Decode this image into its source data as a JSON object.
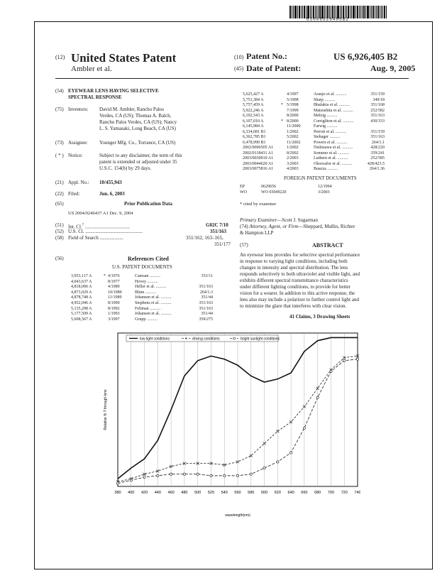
{
  "barcode_text": "US006926405B2",
  "header": {
    "left_num": "(12)",
    "title": "United States Patent",
    "authors": "Ambler et al.",
    "patent_no_num": "(10)",
    "patent_no_label": "Patent No.:",
    "patent_no": "US 6,926,405 B2",
    "date_num": "(45)",
    "date_label": "Date of Patent:",
    "date": "Aug. 9, 2005"
  },
  "left": {
    "title_num": "(54)",
    "title_l1": "EYEWEAR LENS HAVING SELECTIVE",
    "title_l2": "SPECTRAL RESPONSE",
    "inv_num": "(75)",
    "inv_label": "Inventors:",
    "inv_l1": "David M. Ambler, Rancho Palos",
    "inv_l2": "Verdes, CA (US); Thomas A. Balch,",
    "inv_l3": "Rancho Palos Verdes, CA (US); Nancy",
    "inv_l4": "L. S. Yamasaki, Long Beach, CA (US)",
    "asg_num": "(73)",
    "asg_label": "Assignee:",
    "asg_val": "Younger Mfg. Co., Torrance, CA (US)",
    "notice_num": "( * )",
    "notice_label": "Notice:",
    "notice_l1": "Subject to any disclaimer, the term of this",
    "notice_l2": "patent is extended or adjusted under 35",
    "notice_l3": "U.S.C. 154(b) by 29 days.",
    "appl_num": "(21)",
    "appl_label": "Appl. No.:",
    "appl_val": "10/455,943",
    "filed_num": "(22)",
    "filed_label": "Filed:",
    "filed_val": "Jun. 6, 2003",
    "prior_num": "(65)",
    "prior_head": "Prior Publication Data",
    "prior_val": "US 2004/0246437 A1 Dec. 9, 2004",
    "intcl_num": "(51)",
    "intcl_label": "Int. Cl.",
    "intcl_sup": "7",
    "intcl_val": "G02C 7/10",
    "uscl_num": "(52)",
    "uscl_label": "U.S. Cl.",
    "uscl_val": "351/163",
    "fos_num": "(58)",
    "fos_label": "Field of Search",
    "fos_val": "351/162, 163–165,",
    "fos_val2": "351/177",
    "refs_num": "(56)",
    "refs_head": "References Cited",
    "us_docs_head": "U.S. PATENT DOCUMENTS"
  },
  "us_refs_left": [
    [
      "3,953,117 A",
      "*",
      "4/1976",
      "Camsan",
      "353/11"
    ],
    [
      "4,043,637 A",
      "",
      "8/1977",
      "Hovey",
      ""
    ],
    [
      "4,818,096 A",
      "",
      "4/1989",
      "Heller et al.",
      "351/163"
    ],
    [
      "4,873,029 A",
      "",
      "10/1989",
      "Blum",
      "264/1.3"
    ],
    [
      "4,878,748 A",
      "",
      "11/1989",
      "Johansen et al.",
      "351/44"
    ],
    [
      "4,952,046 A",
      "",
      "8/1990",
      "Stephens et al.",
      "351/163"
    ],
    [
      "5,135,298 A",
      "",
      "8/1992",
      "Feltman",
      "351/163"
    ],
    [
      "5,177,509 A",
      "",
      "1/1993",
      "Johansen et al.",
      "351/44"
    ],
    [
      "5,608,567 A",
      "",
      "3/1997",
      "Grupp",
      "359/275"
    ]
  ],
  "us_refs_right": [
    [
      "5,625,427 A",
      "",
      "4/1997",
      "Araujo et al.",
      "351/159"
    ],
    [
      "5,751,384 A",
      "",
      "5/1998",
      "Sharp",
      "349/18"
    ],
    [
      "5,757,459 A",
      "*",
      "5/1998",
      "Bhalakia et al.",
      "351/168"
    ],
    [
      "5,922,246 A",
      "",
      "7/1999",
      "Matsushita et al.",
      "252/582"
    ],
    [
      "6,102,543 A",
      "",
      "8/2000",
      "Melzig",
      "351/163"
    ],
    [
      "6,107,010 A",
      "*",
      "8/2000",
      "Corrigliton et al.",
      "430/333"
    ],
    [
      "6,145,984 A",
      "",
      "11/2000",
      "Farwig",
      ""
    ],
    [
      "6,334,681 B1",
      "",
      "1/2002",
      "Perrott et al.",
      "351/159"
    ],
    [
      "6,362,785 B1",
      "",
      "5/2002",
      "Stehager",
      "351/163"
    ],
    [
      "6,478,990 B1",
      "",
      "11/2002",
      "Powers et al.",
      "264/1.1"
    ],
    [
      "2002/0006505 A1",
      "",
      "1/2002",
      "Nishizawa et al.",
      "428/220"
    ],
    [
      "2002/0118431 A1",
      "",
      "8/2002",
      "Sommer et al.",
      "359/241"
    ],
    [
      "2003/0030010 A1",
      "",
      "2/2003",
      "Luthern et al.",
      "252/585"
    ],
    [
      "2003/0044620 A1",
      "",
      "3/2003",
      "Okoroafor et al.",
      "428/423.5"
    ],
    [
      "2003/0075816 A1",
      "",
      "4/2003",
      "Buazza",
      "264/1.36"
    ]
  ],
  "foreign": {
    "head": "FOREIGN PATENT DOCUMENTS",
    "rows": [
      [
        "EP",
        "0629656",
        "12/1994"
      ],
      [
        "WO",
        "WO 03049220",
        "3/2003"
      ]
    ],
    "cited": "* cited by examiner"
  },
  "examiner": {
    "primary_label": "Primary Examiner",
    "primary": "—Scott J. Sugarman",
    "attorney_num": "(74)",
    "attorney_label": "Attorney, Agent, or Firm",
    "attorney_l1": "—Sheppard, Mullin, Richter",
    "attorney_l2": "& Hampton LLP"
  },
  "abstract": {
    "num": "(57)",
    "head": "ABSTRACT",
    "l1": "An eyewear lens provides for selective spectral performance",
    "l2": "in response to varying light conditions, including both",
    "l3": "changes in intensity and spectral distribution. The lens",
    "l4": "responds selectively to both ultraviolet and visible light, and",
    "l5": "exhibits different spectral transmittance characteristics",
    "l6": "under different lighting conditions, to provide for better",
    "l7": "vision for a wearer. In addition to this active response, the",
    "l8": "lens also may include a polarizer to further control light and",
    "l9": "to minimize the glare that interferes with clear vision.",
    "claims": "41 Claims, 3 Drawing Sheets"
  },
  "chart_data": {
    "type": "line",
    "xlabel": "wavelength(nm)",
    "ylabel": "Relative % T through lens",
    "x": [
      380,
      400,
      420,
      440,
      460,
      480,
      500,
      520,
      540,
      560,
      580,
      600,
      620,
      640,
      660,
      680,
      700,
      720,
      740
    ],
    "xlim": [
      380,
      740
    ],
    "legend_position": "top",
    "series": [
      {
        "name": "low light conditions",
        "color": "#111111",
        "marker": "none",
        "values": [
          5,
          12,
          18,
          30,
          50,
          72,
          82,
          85,
          83,
          79,
          72,
          68,
          70,
          74,
          88,
          95,
          97,
          97,
          97
        ]
      },
      {
        "name": "driving conditions",
        "color": "#333333",
        "marker": "x",
        "values": [
          3,
          5,
          8,
          10,
          13,
          15,
          15,
          15,
          14,
          16,
          20,
          28,
          36,
          42,
          52,
          64,
          76,
          84,
          85
        ]
      },
      {
        "name": "bright sunlight conditions",
        "color": "#333333",
        "marker": "circle",
        "values": [
          2,
          4,
          6,
          7,
          8,
          8,
          8,
          7,
          7,
          7,
          8,
          12,
          16,
          22,
          38,
          58,
          75,
          82,
          83
        ]
      }
    ]
  }
}
